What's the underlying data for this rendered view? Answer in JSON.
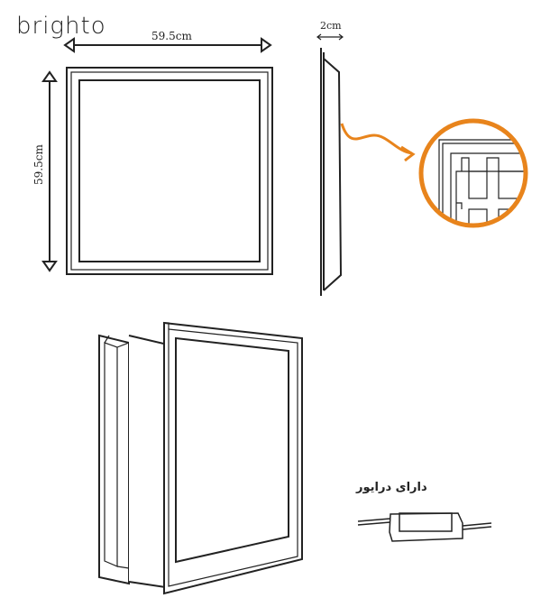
{
  "brand": "brighto",
  "dimensions": {
    "width": "59.5cm",
    "height": "59.5cm",
    "depth": "2cm"
  },
  "driver_label": "دارای درایور",
  "colors": {
    "accent": "#e8841c",
    "line": "#222222"
  }
}
